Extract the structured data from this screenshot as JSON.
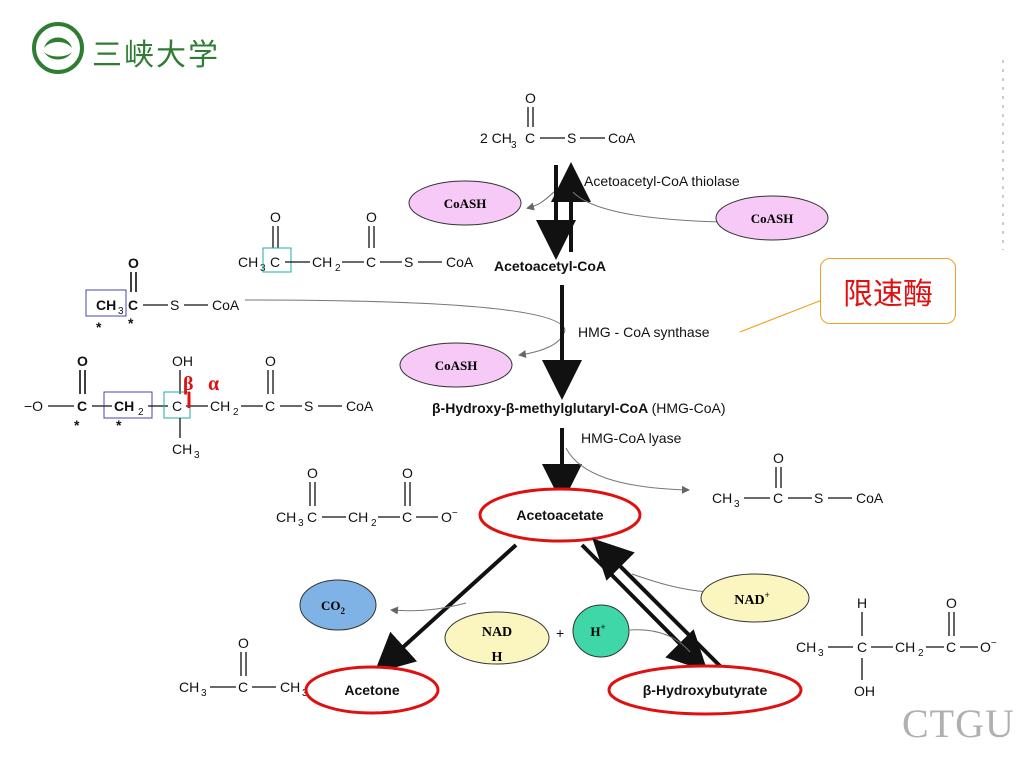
{
  "header": {
    "university_name": "三峡大学"
  },
  "brand": "CTGU",
  "callout": {
    "text": "限速酶"
  },
  "enzymes": {
    "thiolase": "Acetoacetyl-CoA thiolase",
    "synthase": "HMG - CoA synthase",
    "lyase": "HMG-CoA lyase"
  },
  "compounds": {
    "acetoacetyl_coa": "Acetoacetyl-CoA",
    "hmg_coa_name": "β-Hydroxy-β-methylglutaryl-CoA",
    "hmg_coa_abbr": "(HMG-CoA)",
    "acetoacetate": "Acetoacetate",
    "acetone": "Acetone",
    "hydroxybutyrate": "β-Hydroxybutyrate"
  },
  "cofactors": {
    "coash_1": "CoASH",
    "coash_2": "CoASH",
    "coash_3": "CoASH",
    "co2": "CO",
    "co2_sub": "2",
    "nad_plus": "NAD",
    "nadh_1": "NAD",
    "nadh_2": "H",
    "h_plus": "H",
    "plus_sign": "+"
  },
  "labels": {
    "beta": "β",
    "alpha": "α",
    "two_acetyl": "2 CH",
    "sub3": "3",
    "sub2": "2",
    "sup_plus": "+",
    "C": "C",
    "S": "S",
    "O": "O",
    "CoA": "CoA",
    "CH3": "CH",
    "CH2": "CH",
    "OH": "OH",
    "H": "H",
    "minus_O": "−O",
    "O_minus": "O",
    "minus": "−",
    "star": "*"
  },
  "colors": {
    "cofactor_pink": "#f6c9f6",
    "co2_blue": "#7fb3e6",
    "nad_yellow": "#fbf6c0",
    "h_green": "#3fd7a8",
    "highlight_red": "#e01010",
    "callout_border": "#f0a020"
  }
}
